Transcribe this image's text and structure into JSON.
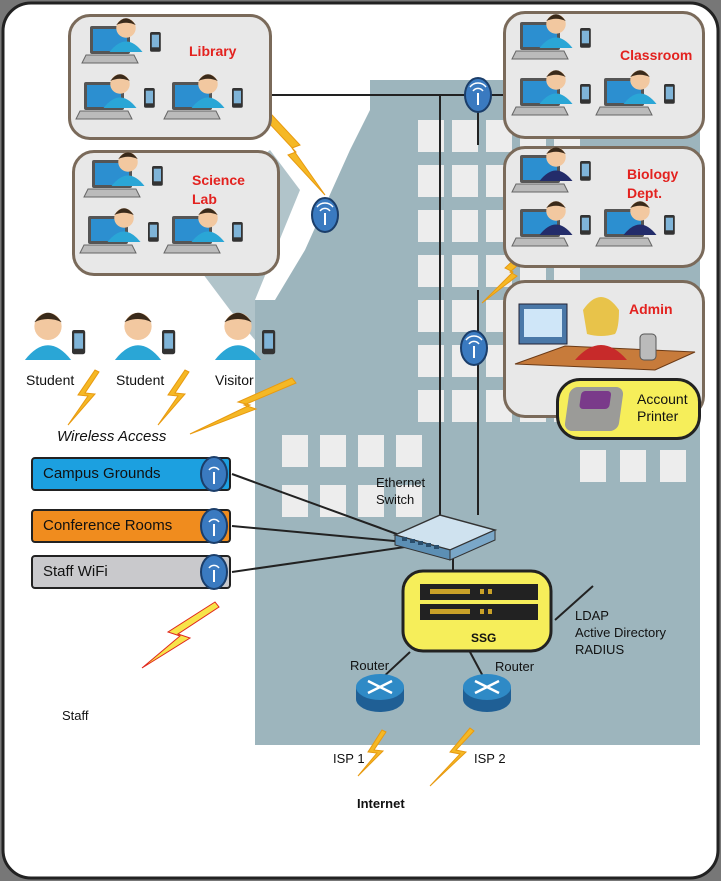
{
  "locations": {
    "library": "Library",
    "classroom": "Classroom",
    "science_lab": "Science\nLab",
    "biology_dept": "Biology\nDept.",
    "admin": "Admin"
  },
  "account_printer": "Account\nPrinter",
  "users": [
    "Student",
    "Student",
    "Visitor"
  ],
  "wireless_access": "Wireless Access",
  "networks": [
    {
      "label": "Campus Grounds",
      "color": "#1ca0e0"
    },
    {
      "label": "Conference Rooms",
      "color": "#f08c1e"
    },
    {
      "label": "Staff WiFi",
      "color": "#c9c9cc"
    }
  ],
  "ethernet_switch": "Ethernet\nSwitch",
  "ssg": "SSG",
  "auth_services": "LDAP\nActive Directory\nRADIUS",
  "routers": [
    "Router",
    "Router"
  ],
  "isps": [
    "ISP 1",
    "ISP 2"
  ],
  "staff": "Staff",
  "internet": "Internet",
  "colors": {
    "building": "#9db5bd",
    "window": "#eeeeee",
    "card_border": "#7a6a5a",
    "highlight": "#f6ee5a",
    "router": "#2f8ac6",
    "bolt": "#f5b825"
  }
}
